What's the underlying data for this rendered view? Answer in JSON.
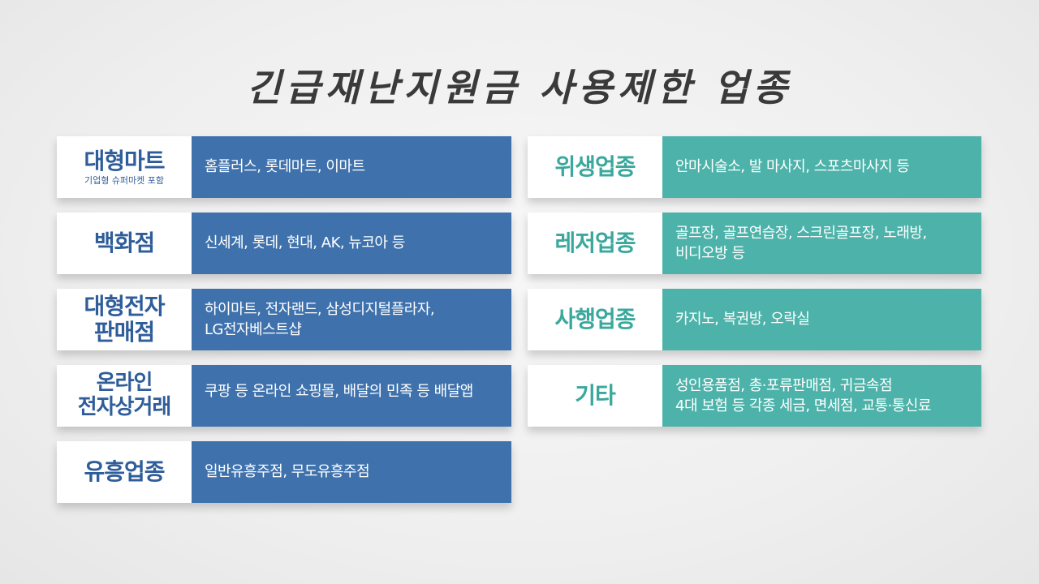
{
  "title": "긴급재난지원금 사용제한 업종",
  "colors": {
    "left_accent": "#3f72ad",
    "right_accent": "#4db3aa"
  },
  "left": [
    {
      "label": "대형마트",
      "sub": "기업형 슈퍼마켓 포함",
      "desc": "홈플러스, 롯데마트, 이마트"
    },
    {
      "label": "백화점",
      "sub": "",
      "desc": "신세계, 롯데, 현대, AK, 뉴코아 등"
    },
    {
      "label": "대형전자\n판매점",
      "sub": "",
      "desc": "하이마트, 전자랜드, 삼성디지털플라자,\nLG전자베스트샵"
    },
    {
      "label": "온라인\n전자상거래",
      "sub": "",
      "desc": "쿠팡 등 온라인 쇼핑몰, 배달의 민족 등 배달앱"
    },
    {
      "label": "유흥업종",
      "sub": "",
      "desc": "일반유흥주점, 무도유흥주점"
    }
  ],
  "right": [
    {
      "label": "위생업종",
      "desc": "안마시술소, 발 마사지, 스포츠마사지 등"
    },
    {
      "label": "레저업종",
      "desc": "골프장, 골프연습장, 스크린골프장, 노래방,\n비디오방 등"
    },
    {
      "label": "사행업종",
      "desc": "카지노, 복권방, 오락실"
    },
    {
      "label": "기타",
      "desc": "성인용품점, 총·포류판매점, 귀금속점\n4대 보험 등 각종 세금, 면세점, 교통·통신료"
    }
  ]
}
